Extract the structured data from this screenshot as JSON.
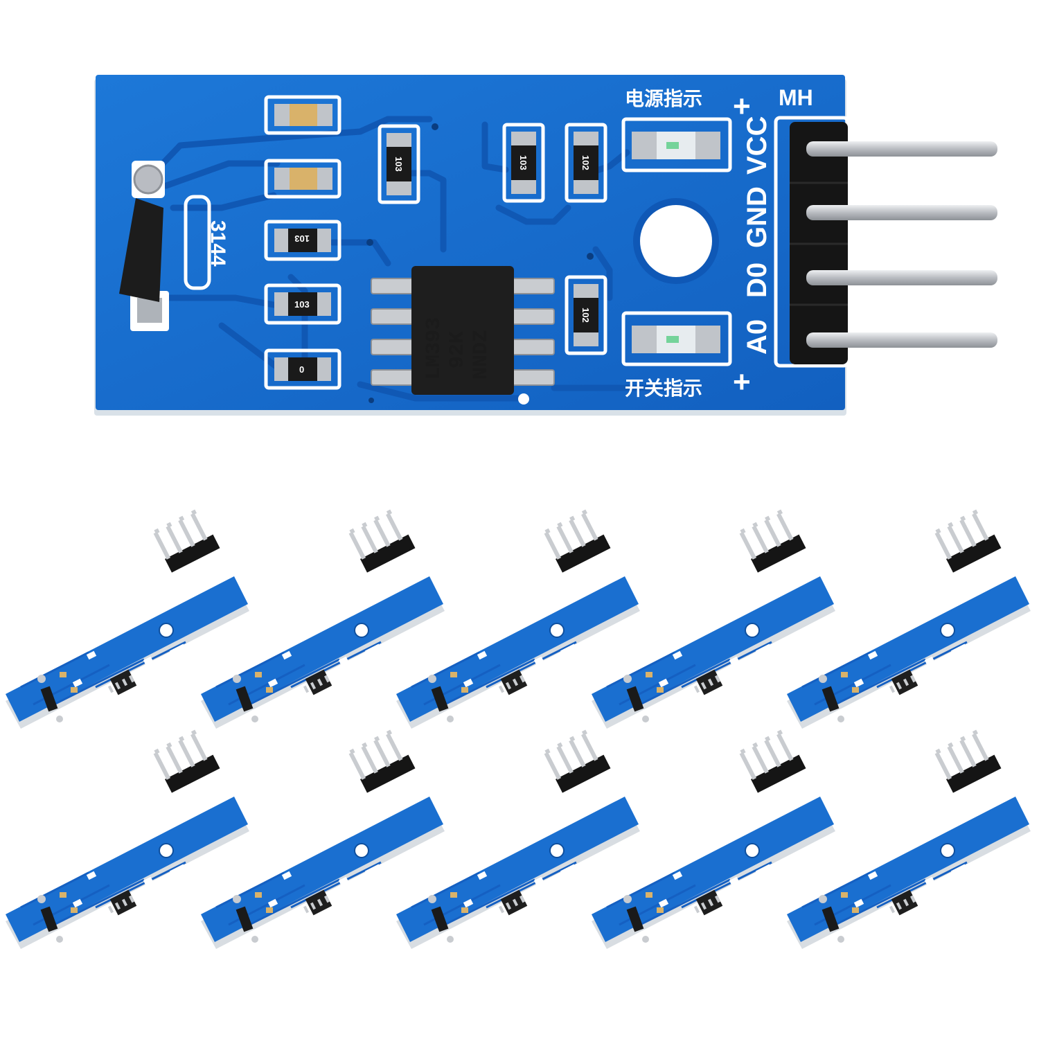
{
  "colors": {
    "pcb": "#1a6fd0",
    "pcb_dark": "#0f58b6",
    "pcb_edge": "#e8eef3",
    "trace": "#1565c7",
    "silk": "#ffffff",
    "chip": "#1e1e1e",
    "pin_silver": "#c9ccd0",
    "header_black": "#151515"
  },
  "main_board": {
    "pin_labels": [
      "VCC",
      "GND",
      "D0",
      "A0"
    ],
    "header_label": "MH",
    "power_led_label": "电源指示",
    "switch_led_label": "开关指示",
    "plus_sign": "+",
    "chip_text_line1": "LM393",
    "chip_text_line2": "92K",
    "chip_text_line3": "NNDZ",
    "hall_sensor_label": "3144",
    "resistor_labels": [
      "103",
      "103",
      "102",
      "103",
      "103",
      "102",
      "0"
    ]
  },
  "thumbnail_count": 10,
  "icons": {
    "mounting_hole": "mounting-hole-icon",
    "led": "led-icon",
    "hall_sensor": "hall-sensor-icon",
    "ic_chip": "ic-chip-icon"
  }
}
